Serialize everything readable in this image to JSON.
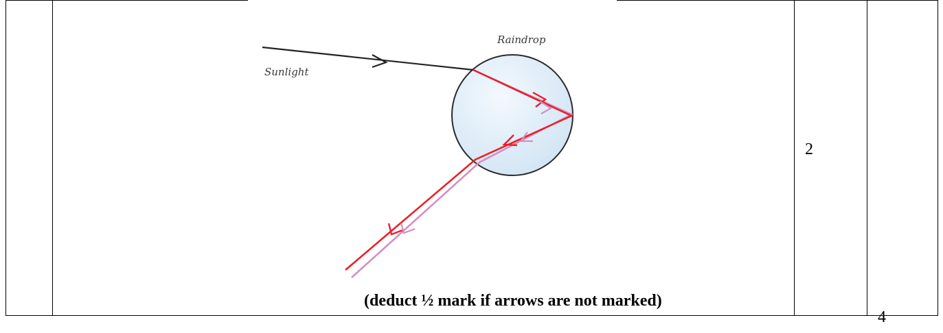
{
  "diagram": {
    "labels": {
      "raindrop": "Raindrop",
      "sunlight": "Sunlight"
    },
    "colors": {
      "sunlight_ray": "#222222",
      "red_ray": "#e8202a",
      "violet_ray": "#d48fbf",
      "drop_fill": "#e4f1fb",
      "drop_outline": "#2a2a2a"
    }
  },
  "table": {
    "note": "(deduct ½ mark if arrows are not marked)",
    "marks_part": "2",
    "marks_total": "4"
  }
}
